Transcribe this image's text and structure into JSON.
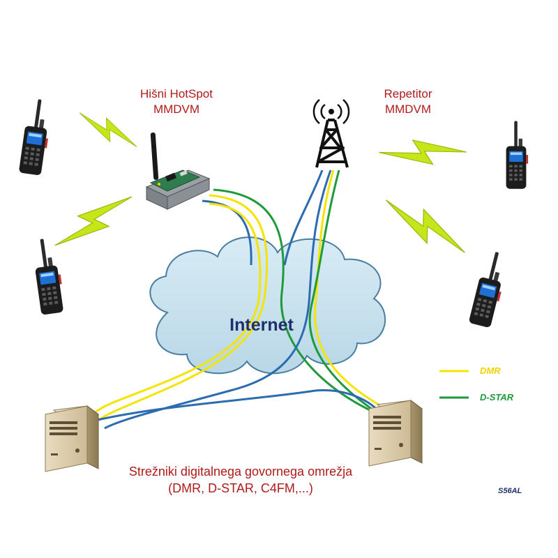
{
  "hotspot": {
    "title": "Hišni HotSpot",
    "subtitle": "MMDVM"
  },
  "repeater": {
    "title": "Repetitor",
    "subtitle": "MMDVM"
  },
  "cloud": {
    "label": "Internet"
  },
  "servers": {
    "line1": "Strežniki digitalnega govornega omrežja",
    "line2": "(DMR, D-STAR, C4FM,...)"
  },
  "legend": [
    {
      "label": "DMR",
      "color": "#f5e400"
    },
    {
      "label": "D-STAR",
      "color": "#1f9a3b"
    }
  ],
  "author": "S56AL",
  "colors": {
    "dmr": "#f5e400",
    "dstar": "#1f9a3b",
    "link_blue": "#2b6cb0",
    "label_red": "#b11a1a",
    "cloud_fill": "#c9e2ee",
    "cloud_stroke": "#4a7ea1",
    "lightning": "#c6e619"
  },
  "icons": [
    "radio-icon",
    "hotspot-board-icon",
    "antenna-tower-icon",
    "server-icon",
    "lightning-icon",
    "cloud-icon"
  ]
}
